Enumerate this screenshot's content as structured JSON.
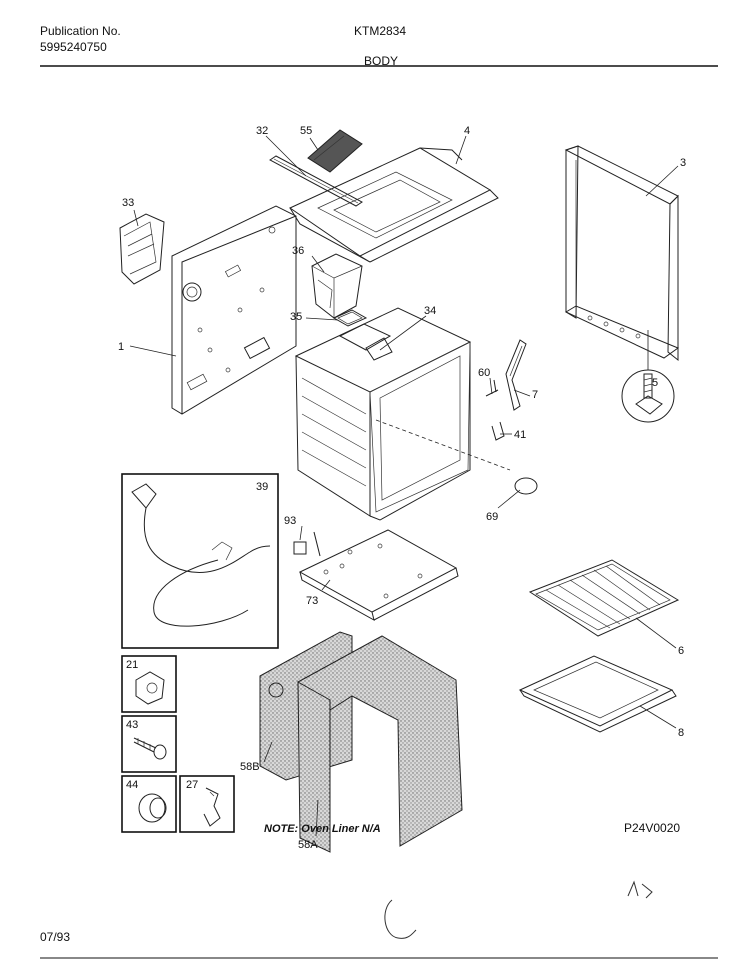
{
  "header": {
    "publication_label": "Publication No.",
    "publication_number": "5995240750",
    "model": "KTM2834",
    "section": "BODY"
  },
  "footer": {
    "date": "07/93",
    "drawing_code": "P24V0020",
    "note": "NOTE: Oven Liner N/A"
  },
  "callouts": {
    "c1": "1",
    "c3": "3",
    "c4": "4",
    "c5": "5",
    "c6": "6",
    "c7": "7",
    "c8": "8",
    "c21": "21",
    "c27": "27",
    "c32": "32",
    "c33": "33",
    "c34": "34",
    "c35": "35",
    "c36": "36",
    "c39": "39",
    "c41": "41",
    "c43": "43",
    "c44": "44",
    "c55": "55",
    "c58a": "58A",
    "c58b": "58B",
    "c60": "60",
    "c69": "69",
    "c73": "73",
    "c93": "93"
  }
}
